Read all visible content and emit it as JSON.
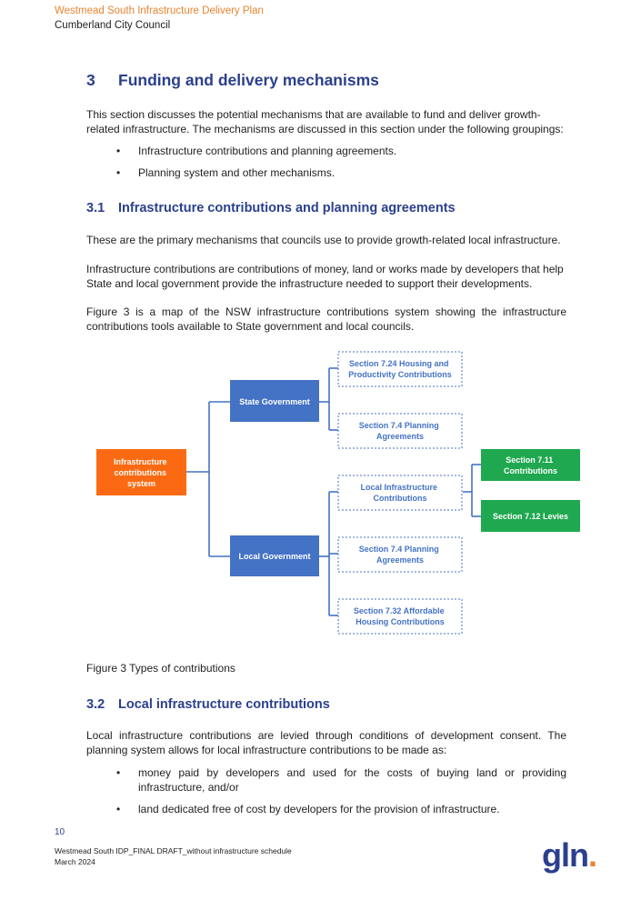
{
  "header": {
    "line1": "Westmead South Infrastructure Delivery Plan",
    "line2": "Cumberland City Council"
  },
  "section3": {
    "number": "3",
    "title": "Funding and delivery mechanisms",
    "intro": "This section discusses the potential mechanisms that are available to fund and deliver growth-related infrastructure. The mechanisms are discussed in this section under the following groupings:",
    "bullets": [
      "Infrastructure contributions and planning agreements.",
      "Planning system and other mechanisms."
    ]
  },
  "section31": {
    "number": "3.1",
    "title": "Infrastructure contributions and planning agreements",
    "p1": "These are the primary mechanisms that councils use to provide growth-related local infrastructure.",
    "p2": "Infrastructure contributions are contributions of money, land or works made by developers that help State and local government provide the infrastructure needed to support their developments.",
    "p3": "Figure 3 is a map of the NSW infrastructure contributions system showing the infrastructure contributions tools available to State government and local councils."
  },
  "diagram": {
    "colors": {
      "orange": "#fb6a12",
      "blue": "#4472c4",
      "green": "#1fa84f",
      "line": "#4472c4"
    },
    "root": [
      "Infrastructure",
      "contributions",
      "system"
    ],
    "state": "State Government",
    "local": "Local Government",
    "state_children": [
      [
        "Section 7.24 Housing and",
        "Productivity Contributions"
      ],
      [
        "Section 7.4 Planning",
        "Agreements"
      ]
    ],
    "local_children": [
      [
        "Local Infrastructure",
        "Contributions"
      ],
      [
        "Section 7.4 Planning",
        "Agreements"
      ],
      [
        "Section 7.32 Affordable",
        "Housing Contributions"
      ]
    ],
    "lic_children": [
      [
        "Section 7.11",
        "Contributions"
      ],
      [
        "Section 7.12 Levies"
      ]
    ]
  },
  "figure_caption": "Figure 3 Types of contributions",
  "section32": {
    "number": "3.2",
    "title": "Local infrastructure contributions",
    "p1": "Local infrastructure contributions are levied through conditions of development consent. The planning system allows for local infrastructure contributions to be made as:",
    "bullets": [
      "money paid by developers and used for the costs of buying land or providing infrastructure, and/or",
      "land dedicated free of cost by developers for the provision of infrastructure."
    ]
  },
  "footer": {
    "page_number": "10",
    "doc_name": "Westmead South IDP_FINAL DRAFT_without infrastructure schedule",
    "date": "March 2024",
    "logo_text": "gln",
    "logo_dot": "."
  }
}
